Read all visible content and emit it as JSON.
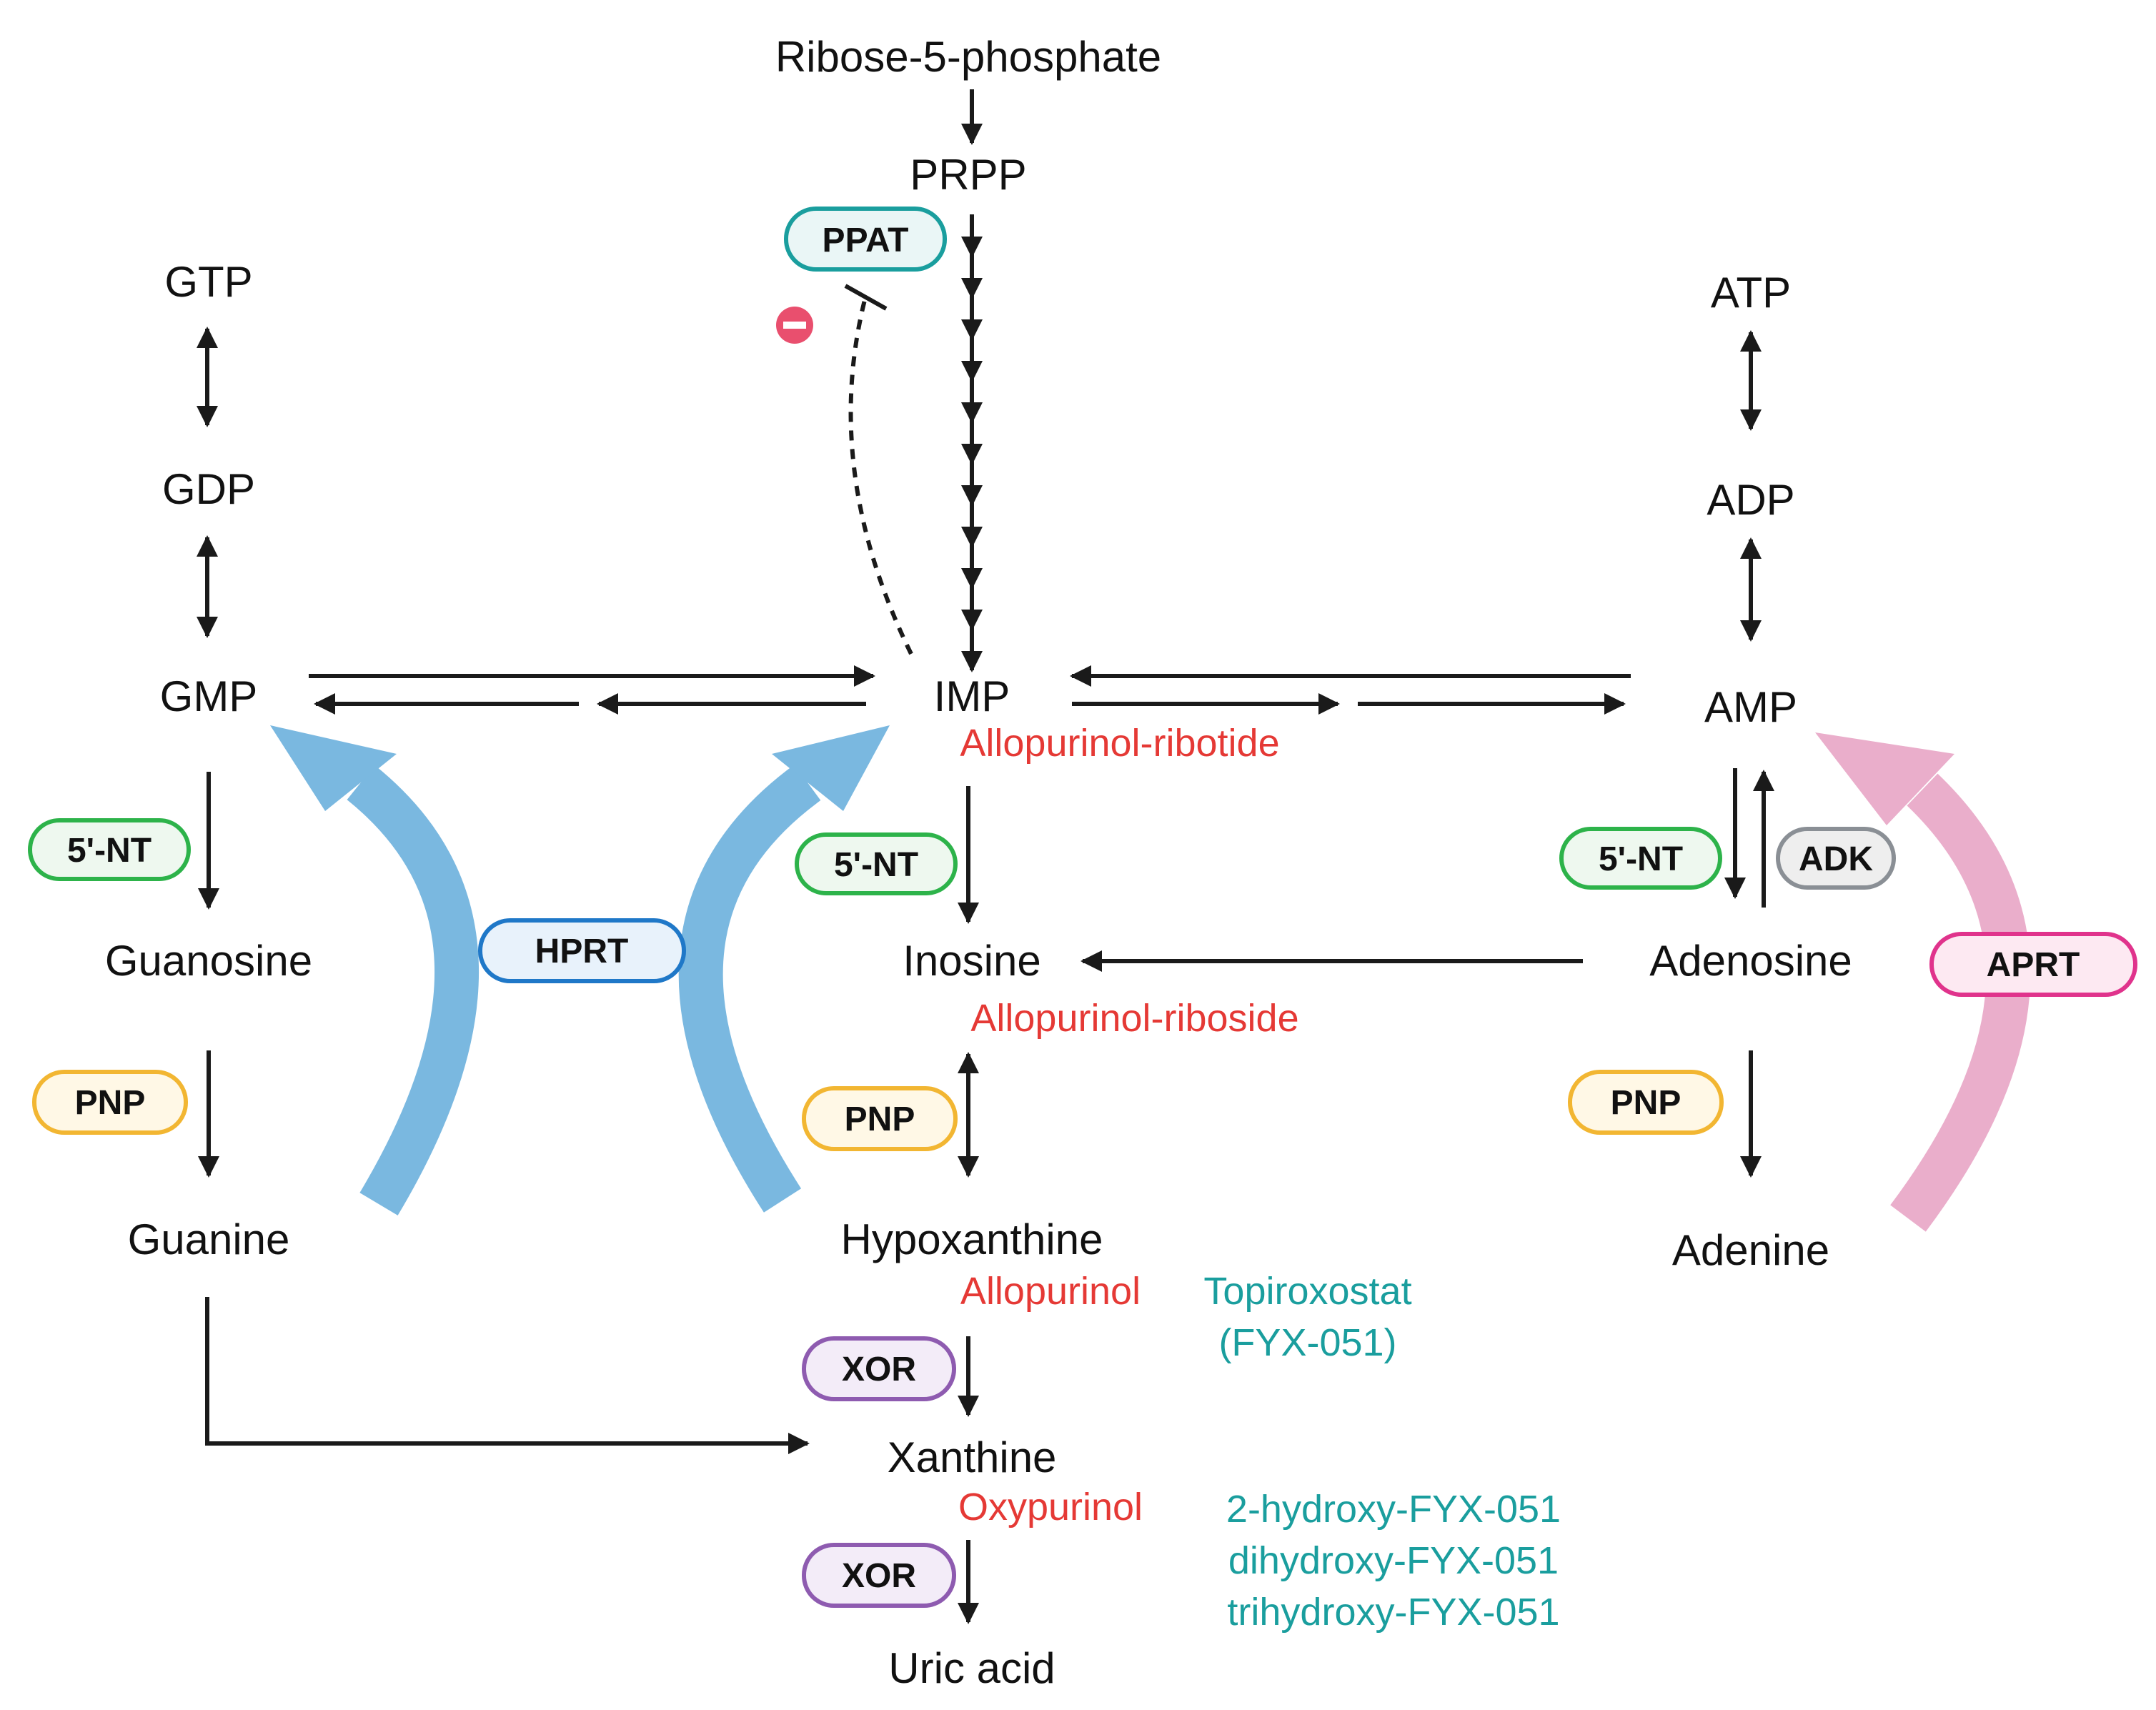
{
  "metabolites": {
    "ribose5p": "Ribose-5-phosphate",
    "prpp": "PRPP",
    "gtp": "GTP",
    "gdp": "GDP",
    "gmp": "GMP",
    "guanosine": "Guanosine",
    "guanine": "Guanine",
    "imp": "IMP",
    "inosine": "Inosine",
    "hypoxanthine": "Hypoxanthine",
    "xanthine": "Xanthine",
    "uric_acid": "Uric acid",
    "atp": "ATP",
    "adp": "ADP",
    "amp": "AMP",
    "adenosine": "Adenosine",
    "adenine": "Adenine"
  },
  "drugs": {
    "allopurinol_ribotide": "Allopurinol-ribotide",
    "allopurinol_riboside": "Allopurinol-riboside",
    "allopurinol": "Allopurinol",
    "oxypurinol": "Oxypurinol",
    "topiroxostat": "Topiroxostat",
    "fyx051": "(FYX-051)",
    "hydroxy1": "2-hydroxy-FYX-051",
    "hydroxy2": "dihydroxy-FYX-051",
    "hydroxy3": "trihydroxy-FYX-051"
  },
  "enzymes": {
    "ppat": "PPAT",
    "nt_left": "5'-NT",
    "nt_center": "5'-NT",
    "nt_right": "5'-NT",
    "adk": "ADK",
    "hprt": "HPRT",
    "aprt": "APRT",
    "pnp_left": "PNP",
    "pnp_center": "PNP",
    "pnp_right": "PNP",
    "xor_1": "XOR",
    "xor_2": "XOR"
  },
  "colors": {
    "ppat": "#1a9e9e",
    "nt": "#2db34a",
    "adk": "#8a8f95",
    "hprt": "#1f78c8",
    "hprt_arrow": "#7ab8e0",
    "aprt": "#e0338c",
    "aprt_arrow": "#eaaecb",
    "pnp": "#f2b632",
    "xor": "#8e5bb0",
    "drug_red": "#e53935",
    "drug_teal": "#1a9e9e",
    "inhibit": "#e94f6e"
  },
  "icons": {
    "inhibition": "minus-circle-icon"
  }
}
